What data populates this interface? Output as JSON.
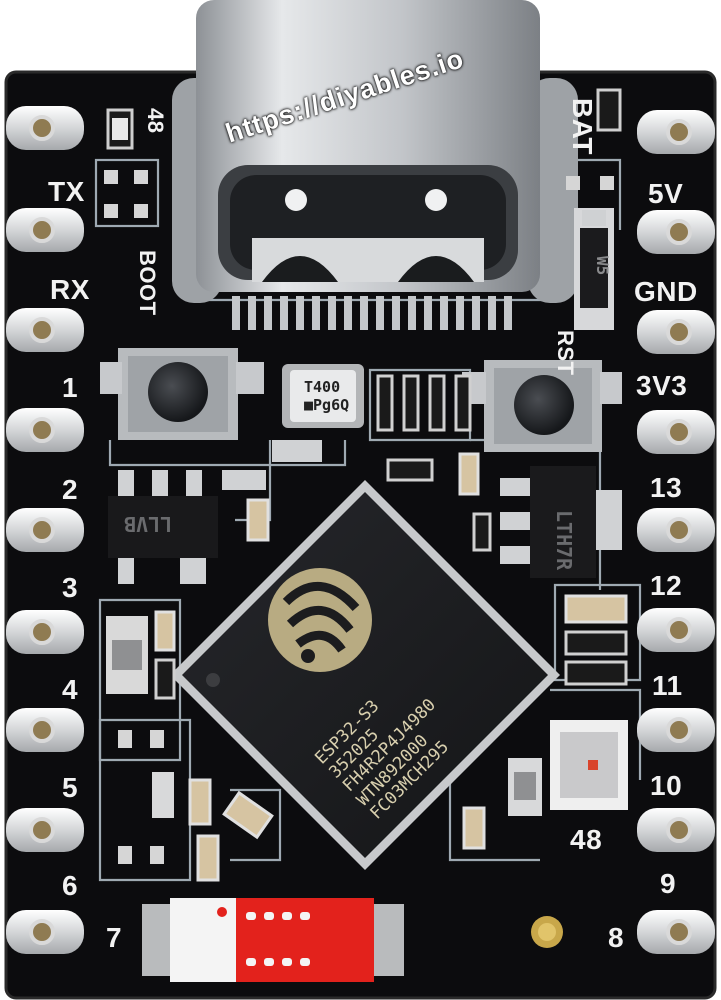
{
  "watermark": "https://diyables.io",
  "pins_left": [
    "TX",
    "RX",
    "1",
    "2",
    "3",
    "4",
    "5",
    "6",
    "7"
  ],
  "pins_right": [
    "BAT",
    "5V",
    "GND",
    "3V3",
    "13",
    "12",
    "11",
    "10",
    "9",
    "8"
  ],
  "labels": {
    "boot": "BOOT",
    "rst": "RST",
    "top_48": "48",
    "led_48": "48"
  },
  "chip": {
    "line1": "ESP32-S3",
    "line2": "352025",
    "line3": "FH4R2P4J4980",
    "line4": "WTN892000",
    "line5": "FC03MCH295"
  },
  "crystal": {
    "line1": "T400",
    "line2": "■Pg6Q"
  },
  "regulator_mark": "LLVB",
  "ldo_mark": "LTH7R",
  "diode_mark": "W5",
  "colors": {
    "pcb": "#0c0c0e",
    "trace": "#b9c6cf",
    "silkscreen": "#f2f2f2",
    "chip": "#1c1c1e",
    "chip_logo": "#b8ab82",
    "usb_metal": "#cfd2d6",
    "led_red": "#e3221c"
  }
}
